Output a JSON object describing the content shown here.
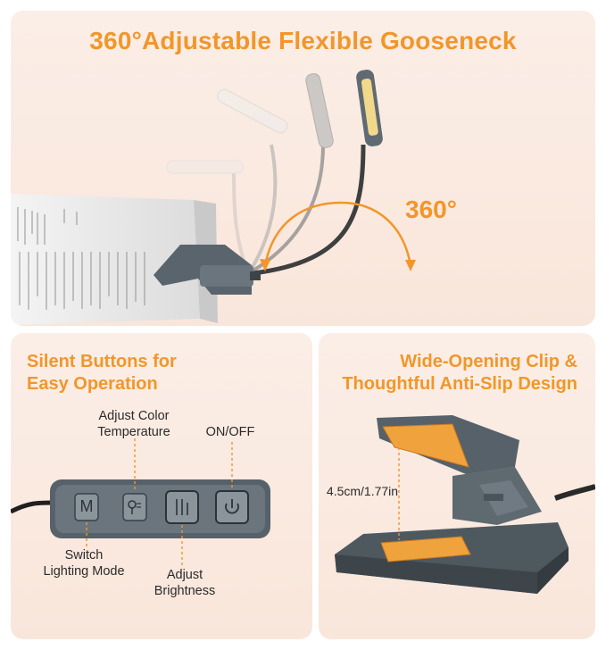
{
  "top_panel": {
    "headline": "360°Adjustable Flexible Gooseneck",
    "angle_label": "360°"
  },
  "buttons_panel": {
    "title_line1": "Silent Buttons for",
    "title_line2": "Easy Operation",
    "callouts": {
      "color_temp_line1": "Adjust Color",
      "color_temp_line2": "Temperature",
      "power": "ON/OFF",
      "mode_line1": "Switch",
      "mode_line2": "Lighting Mode",
      "brightness_line1": "Adjust",
      "brightness_line2": "Brightness"
    },
    "button_glyphs": {
      "mode": "M"
    }
  },
  "clip_panel": {
    "title_line1": "Wide-Opening Clip &",
    "title_line2": "Thoughtful Anti-Slip Design",
    "dimension": "4.5cm/1.77in"
  },
  "colors": {
    "accent": "#f2962a",
    "device": "#56616a",
    "panel": "#fbeee6"
  }
}
